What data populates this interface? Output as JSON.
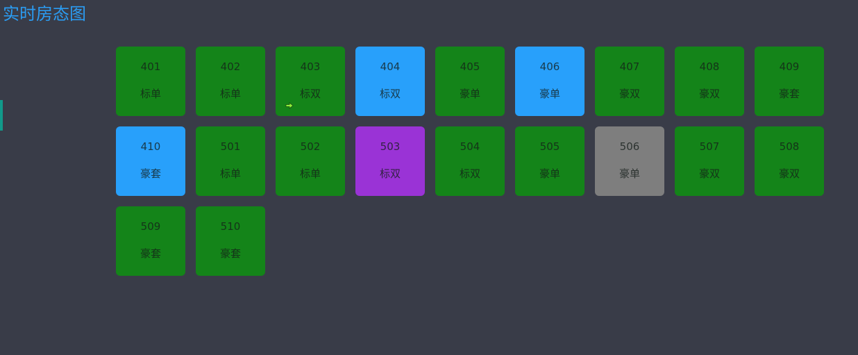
{
  "page": {
    "title": "实时房态图"
  },
  "colors": {
    "background": "#393c48",
    "title": "#2b9cf2",
    "indicator": "#11998a"
  },
  "status_colors": {
    "green": "#148419",
    "blue": "#28a0fb",
    "purple": "#9a33d6",
    "gray": "#7e7e7e"
  },
  "rooms": [
    {
      "number": "401",
      "type": "标单",
      "status": "green"
    },
    {
      "number": "402",
      "type": "标单",
      "status": "green"
    },
    {
      "number": "403",
      "type": "标双",
      "status": "green",
      "icon": "arrow-right-icon"
    },
    {
      "number": "404",
      "type": "标双",
      "status": "blue"
    },
    {
      "number": "405",
      "type": "豪单",
      "status": "green"
    },
    {
      "number": "406",
      "type": "豪单",
      "status": "blue"
    },
    {
      "number": "407",
      "type": "豪双",
      "status": "green"
    },
    {
      "number": "408",
      "type": "豪双",
      "status": "green"
    },
    {
      "number": "409",
      "type": "豪套",
      "status": "green"
    },
    {
      "number": "410",
      "type": "豪套",
      "status": "blue"
    },
    {
      "number": "501",
      "type": "标单",
      "status": "green"
    },
    {
      "number": "502",
      "type": "标单",
      "status": "green"
    },
    {
      "number": "503",
      "type": "标双",
      "status": "purple"
    },
    {
      "number": "504",
      "type": "标双",
      "status": "green"
    },
    {
      "number": "505",
      "type": "豪单",
      "status": "green"
    },
    {
      "number": "506",
      "type": "豪单",
      "status": "gray"
    },
    {
      "number": "507",
      "type": "豪双",
      "status": "green"
    },
    {
      "number": "508",
      "type": "豪双",
      "status": "green"
    },
    {
      "number": "509",
      "type": "豪套",
      "status": "green"
    },
    {
      "number": "510",
      "type": "豪套",
      "status": "green"
    }
  ]
}
